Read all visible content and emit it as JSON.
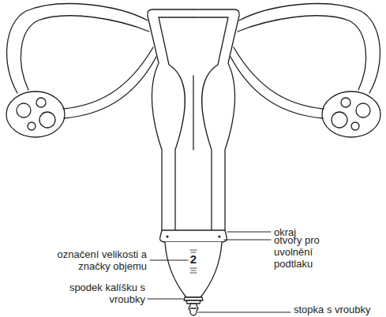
{
  "diagram": {
    "labels": [
      "okraj",
      "otvory pro uvolnění podtlaku",
      "označení velikosti a značky objemu",
      "2",
      "spodek kalíšku s vroubky",
      "stopka s vroubky"
    ]
  }
}
